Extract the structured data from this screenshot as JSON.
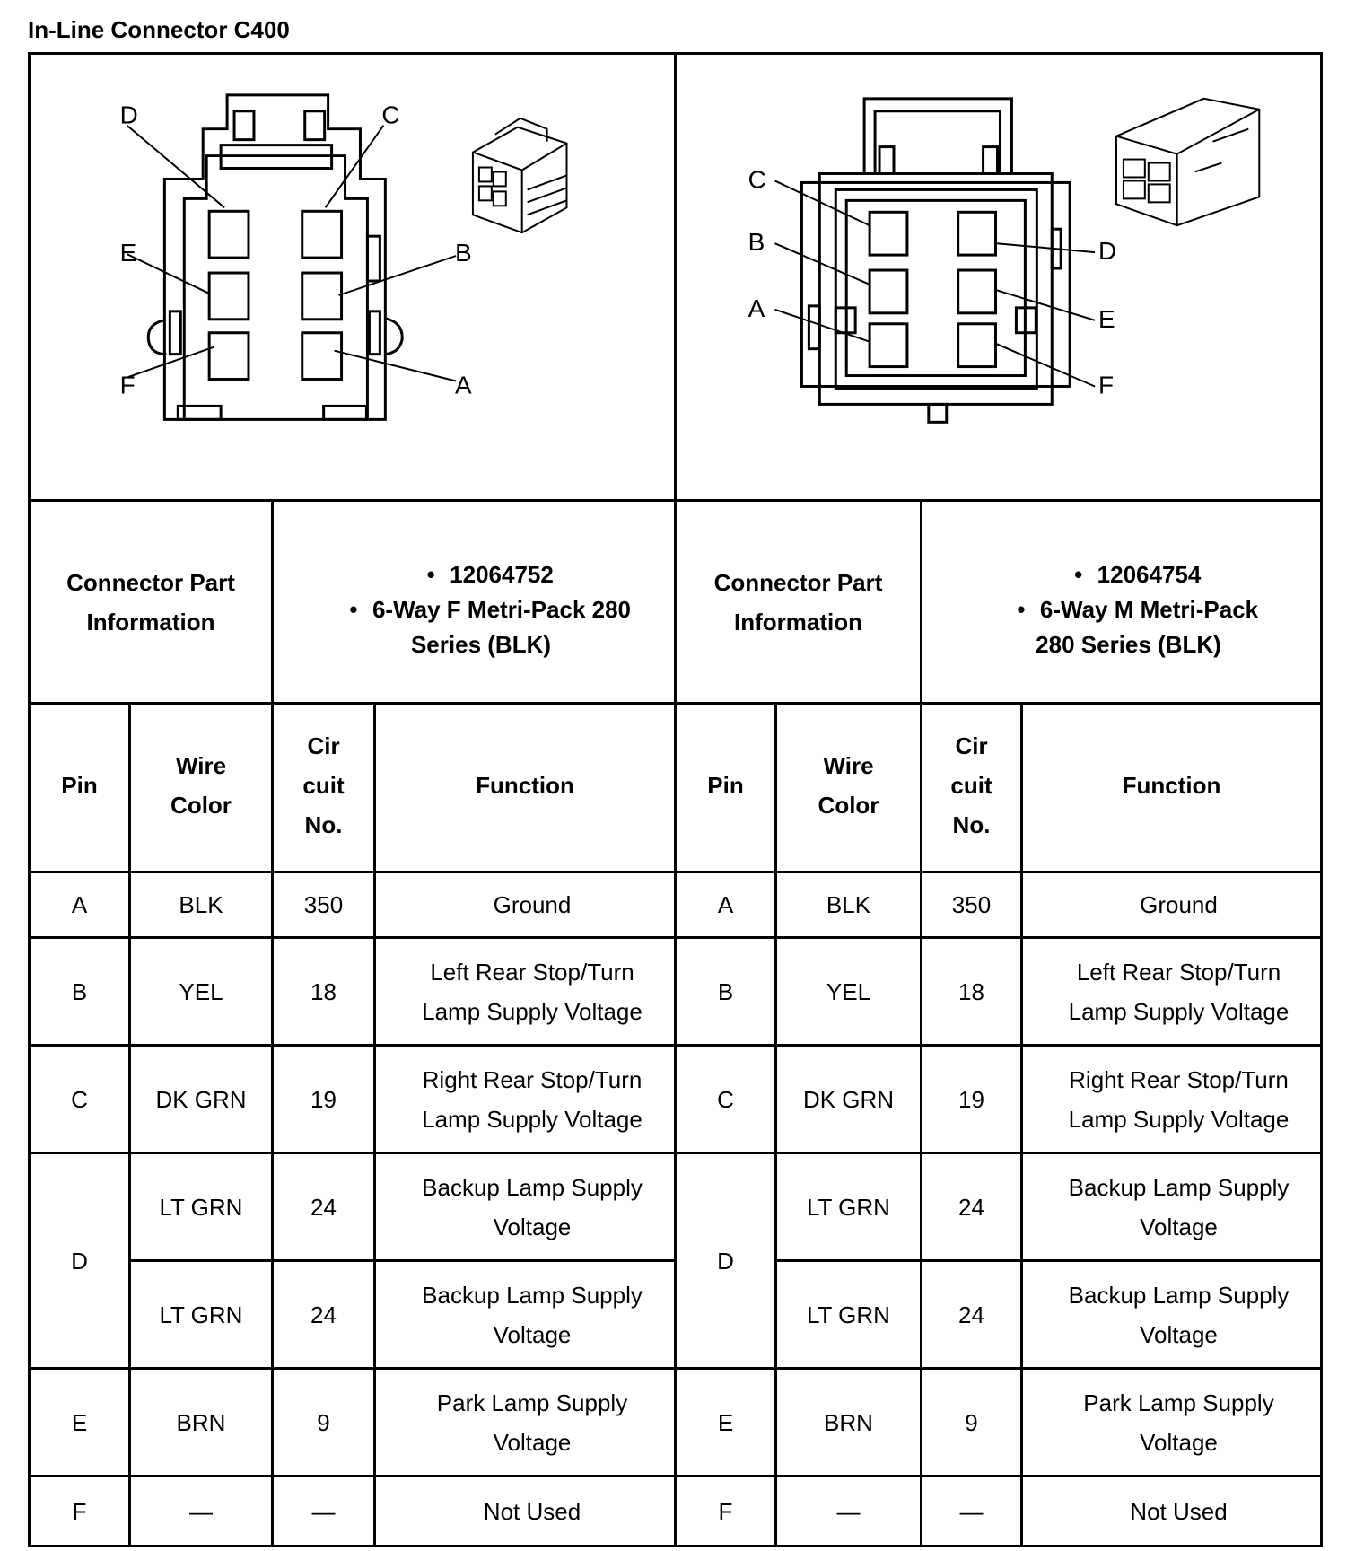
{
  "title": "In-Line Connector C400",
  "left": {
    "pin_labels": {
      "A": "A",
      "B": "B",
      "C": "C",
      "D": "D",
      "E": "E",
      "F": "F"
    },
    "part_label": "Connector Part Information",
    "part_number": "12064752",
    "part_desc_1": "6-Way F Metri-Pack 280",
    "part_desc_2": "Series (BLK)"
  },
  "right": {
    "pin_labels": {
      "A": "A",
      "B": "B",
      "C": "C",
      "D": "D",
      "E": "E",
      "F": "F"
    },
    "part_label": "Connector Part Information",
    "part_number": "12064754",
    "part_desc_1": "6-Way M Metri-Pack",
    "part_desc_2": "280 Series (BLK)"
  },
  "bullet": "•",
  "headers": {
    "pin": "Pin",
    "wire_1": "Wire",
    "wire_2": "Color",
    "cir_1": "Cir",
    "cir_2": "cuit",
    "cir_3": "No.",
    "function": "Function"
  },
  "rows": [
    {
      "pin": "A",
      "color": "BLK",
      "circuit": "350",
      "f1": "Ground",
      "f2": ""
    },
    {
      "pin": "B",
      "color": "YEL",
      "circuit": "18",
      "f1": "Left Rear Stop/Turn",
      "f2": "Lamp Supply Voltage"
    },
    {
      "pin": "C",
      "color": "DK GRN",
      "circuit": "19",
      "f1": "Right Rear Stop/Turn",
      "f2": "Lamp Supply Voltage"
    },
    {
      "pin": "D",
      "color": "LT GRN",
      "circuit": "24",
      "f1": "Backup Lamp Supply",
      "f2": "Voltage"
    },
    {
      "pin": "",
      "color": "LT GRN",
      "circuit": "24",
      "f1": "Backup Lamp Supply",
      "f2": "Voltage"
    },
    {
      "pin": "E",
      "color": "BRN",
      "circuit": "9",
      "f1": "Park Lamp Supply",
      "f2": "Voltage"
    },
    {
      "pin": "F",
      "color": "—",
      "circuit": "—",
      "f1": "Not Used",
      "f2": ""
    }
  ]
}
